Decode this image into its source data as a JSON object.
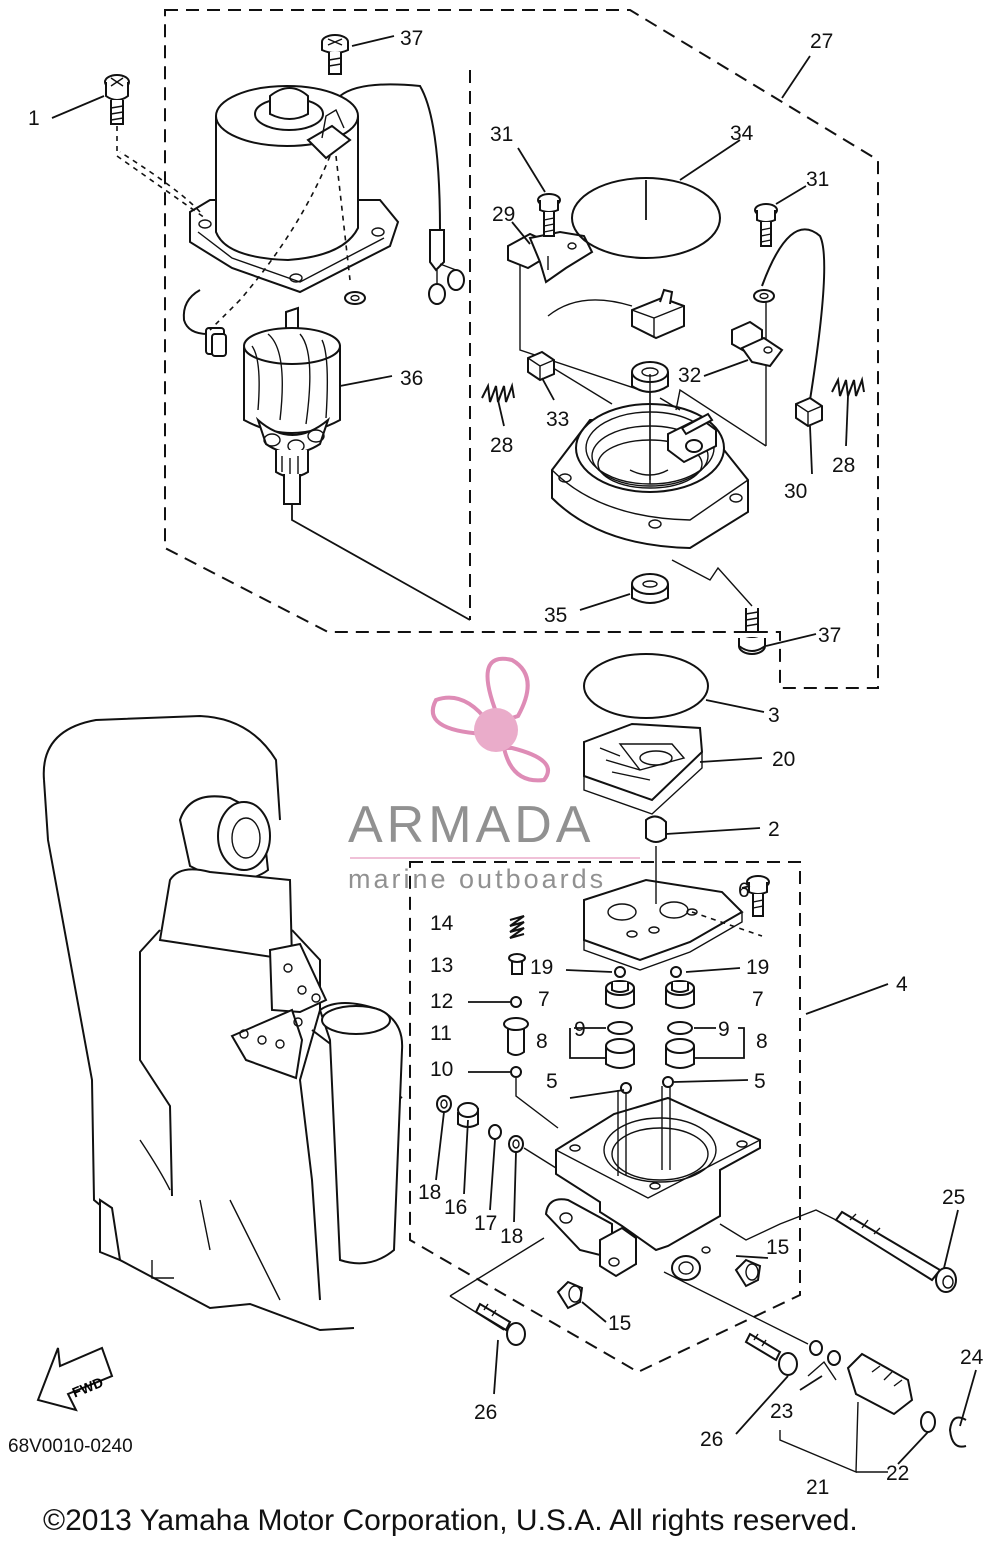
{
  "diagram": {
    "code": "68V0010-0240",
    "copyright": "©2013 Yamaha Motor Corporation, U.S.A. All rights reserved.",
    "fwd_label": "FWD",
    "callouts": [
      {
        "n": "1"
      },
      {
        "n": "37"
      },
      {
        "n": "27"
      },
      {
        "n": "31"
      },
      {
        "n": "34"
      },
      {
        "n": "31"
      },
      {
        "n": "29"
      },
      {
        "n": "36"
      },
      {
        "n": "32"
      },
      {
        "n": "33"
      },
      {
        "n": "28"
      },
      {
        "n": "30"
      },
      {
        "n": "28"
      },
      {
        "n": "35"
      },
      {
        "n": "37"
      },
      {
        "n": "3"
      },
      {
        "n": "20"
      },
      {
        "n": "2"
      },
      {
        "n": "6"
      },
      {
        "n": "4"
      },
      {
        "n": "14"
      },
      {
        "n": "13"
      },
      {
        "n": "19"
      },
      {
        "n": "19"
      },
      {
        "n": "12"
      },
      {
        "n": "7"
      },
      {
        "n": "7"
      },
      {
        "n": "11"
      },
      {
        "n": "9"
      },
      {
        "n": "9"
      },
      {
        "n": "8"
      },
      {
        "n": "8"
      },
      {
        "n": "10"
      },
      {
        "n": "5"
      },
      {
        "n": "5"
      },
      {
        "n": "18"
      },
      {
        "n": "16"
      },
      {
        "n": "17"
      },
      {
        "n": "18"
      },
      {
        "n": "15"
      },
      {
        "n": "15"
      },
      {
        "n": "25"
      },
      {
        "n": "26"
      },
      {
        "n": "26"
      },
      {
        "n": "23"
      },
      {
        "n": "24"
      },
      {
        "n": "21"
      },
      {
        "n": "22"
      }
    ]
  },
  "watermark": {
    "brand": "ARMADA",
    "tagline": "marine outboards",
    "colors": {
      "text": "#8c8c8c",
      "logo": "#e9a8c8",
      "logo_dark": "#dd86b3"
    }
  }
}
